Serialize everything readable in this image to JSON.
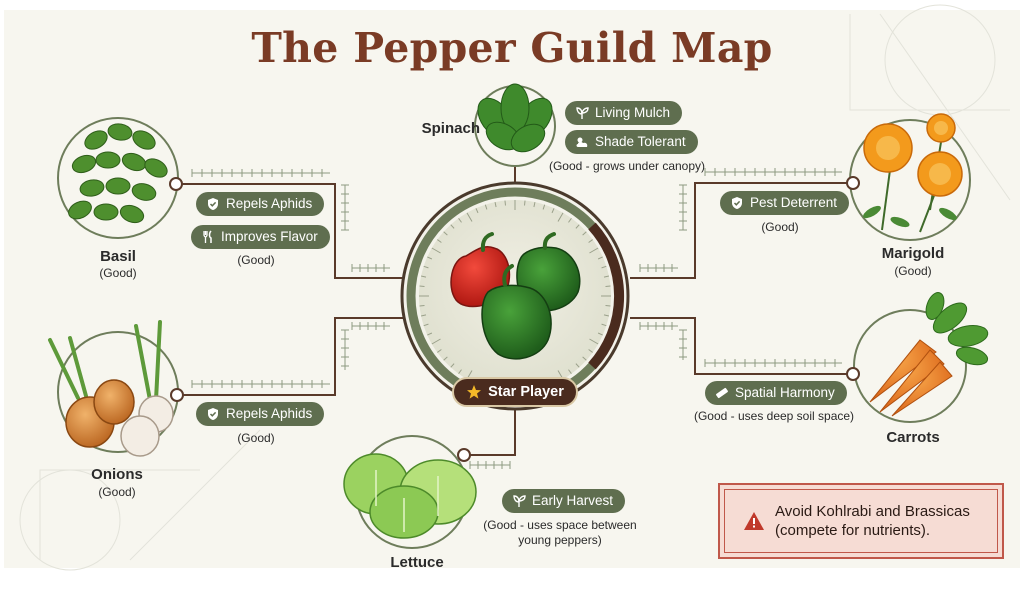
{
  "title": "The Pepper Guild Map",
  "center": {
    "badge_label": "Star Player"
  },
  "plants": {
    "spinach": {
      "name": "Spinach",
      "tags": [
        "Living Mulch",
        "Shade Tolerant"
      ],
      "note": "(Good - grows under canopy)"
    },
    "basil": {
      "name": "Basil",
      "rating": "(Good)",
      "tags": [
        "Repels Aphids",
        "Improves Flavor"
      ],
      "note": "(Good)"
    },
    "marigold": {
      "name": "Marigold",
      "rating": "(Good)",
      "tags": [
        "Pest Deterrent"
      ],
      "note": "(Good)"
    },
    "onions": {
      "name": "Onions",
      "rating": "(Good)",
      "tags": [
        "Repels Aphids"
      ],
      "note": "(Good)"
    },
    "carrots": {
      "name": "Carrots",
      "tags": [
        "Spatial Harmony"
      ],
      "note": "(Good - uses deep soil space)"
    },
    "lettuce": {
      "name": "Lettuce",
      "tags": [
        "Early Harvest"
      ],
      "note_line1": "(Good - uses space between",
      "note_line2": "young peppers)"
    }
  },
  "warning": {
    "line1": "Avoid Kohlrabi and Brassicas",
    "line2": "(compete for nutrients)."
  },
  "icons": {
    "spinach_tag_1": "sprout-icon",
    "spinach_tag_2": "sun-cloud-icon",
    "basil_tag_1": "shield-check-icon",
    "basil_tag_2": "fork-knife-icon",
    "marigold_tag_1": "shield-check-icon",
    "onions_tag_1": "shield-check-icon",
    "carrots_tag_1": "ruler-icon",
    "lettuce_tag_1": "sprout-icon",
    "badge": "star-icon",
    "warning": "warning-triangle-icon"
  },
  "colors": {
    "title": "#7a3b25",
    "pill": "#5f6e4f",
    "connector": "#5a3a2a",
    "badge": "#4a2b1e",
    "warning_border": "#c0584a",
    "warning_fill": "#f6dcd4"
  }
}
